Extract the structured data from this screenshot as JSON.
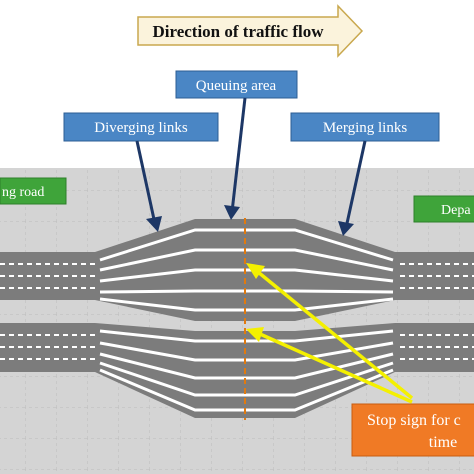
{
  "title": "Direction of traffic flow",
  "labels": {
    "queuing": "Queuing area",
    "diverging": "Diverging links",
    "merging": "Merging links"
  },
  "roads": {
    "arriving": "ng road",
    "departing": "Depa"
  },
  "stop_sign": {
    "line1": "Stop sign for c",
    "line2": "time"
  },
  "colors": {
    "title_fill": "#fbf3dc",
    "label_fill": "#4a86c5",
    "road_label_fill": "#3fa43a",
    "stop_fill": "#f07a25",
    "road_gray": "#7c7c7c",
    "lane_white": "#ffffff",
    "stop_line": "#e07a10",
    "pointer_yellow": "#f4f000",
    "arrow_navy": "#1d3766"
  }
}
